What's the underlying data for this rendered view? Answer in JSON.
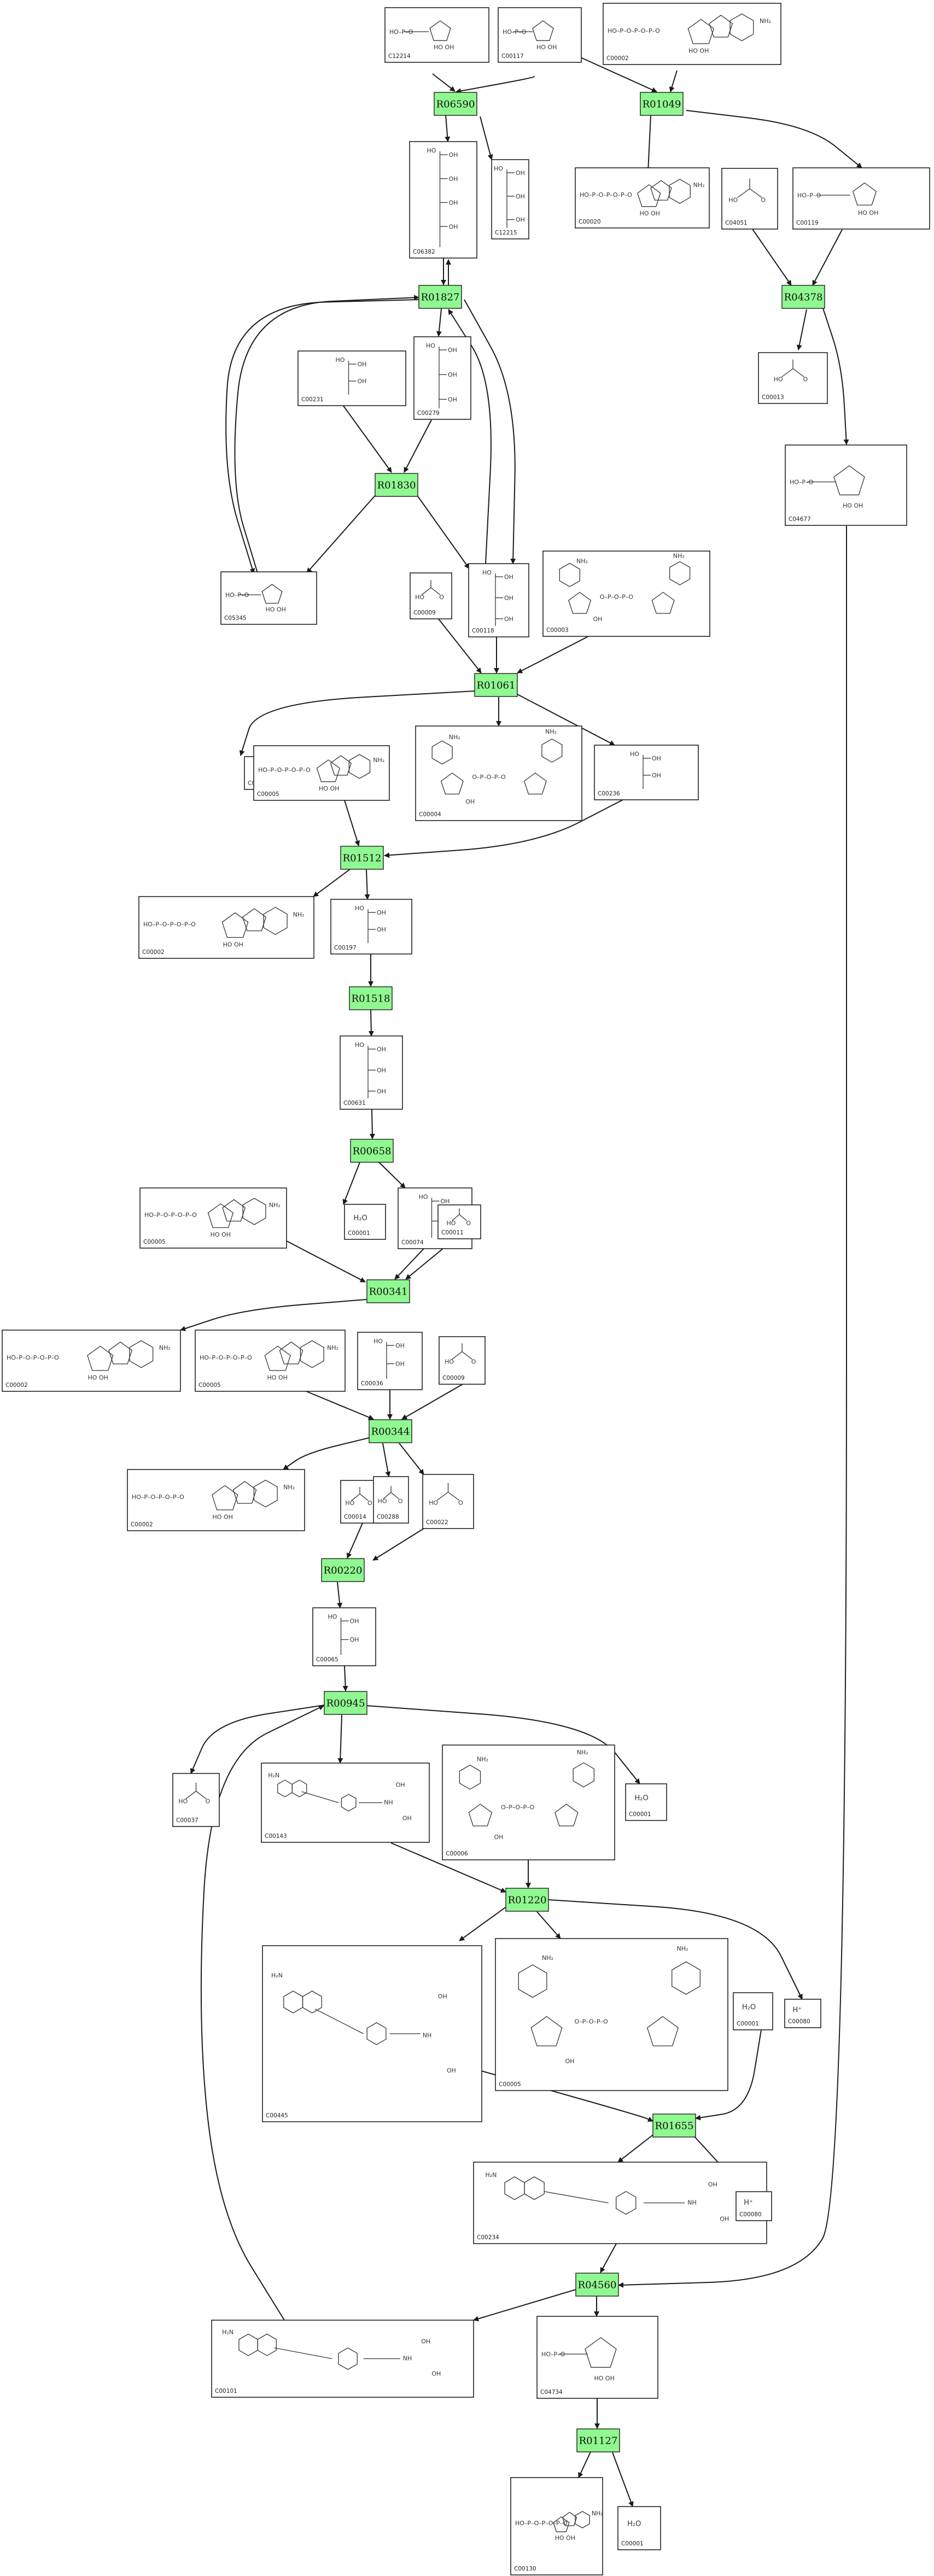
{
  "reactions": [
    {
      "key": "R06590",
      "label": "R06590"
    },
    {
      "key": "R01049",
      "label": "R01049"
    },
    {
      "key": "R01827",
      "label": "R01827"
    },
    {
      "key": "R04378",
      "label": "R04378"
    },
    {
      "key": "R01830",
      "label": "R01830"
    },
    {
      "key": "R01061",
      "label": "R01061"
    },
    {
      "key": "R01512",
      "label": "R01512"
    },
    {
      "key": "R01518",
      "label": "R01518"
    },
    {
      "key": "R00658",
      "label": "R00658"
    },
    {
      "key": "R00341",
      "label": "R00341"
    },
    {
      "key": "R00344",
      "label": "R00344"
    },
    {
      "key": "R00220",
      "label": "R00220"
    },
    {
      "key": "R00945",
      "label": "R00945"
    },
    {
      "key": "R01220",
      "label": "R01220"
    },
    {
      "key": "R01655",
      "label": "R01655"
    },
    {
      "key": "R04560",
      "label": "R04560"
    },
    {
      "key": "R01127",
      "label": "R01127"
    }
  ],
  "compounds": [
    {
      "key": "n1",
      "id": "C12214",
      "kind": "sugar"
    },
    {
      "key": "n2",
      "id": "C00117",
      "kind": "sugar"
    },
    {
      "key": "n3",
      "id": "C00002",
      "kind": "nucleotide"
    },
    {
      "key": "n4",
      "id": "C06382",
      "kind": "chain"
    },
    {
      "key": "n5",
      "id": "C12215",
      "kind": "chain"
    },
    {
      "key": "n6",
      "id": "C00020",
      "kind": "nucleotide"
    },
    {
      "key": "n7",
      "id": "C04051",
      "kind": "small"
    },
    {
      "key": "n8",
      "id": "C00119",
      "kind": "sugar"
    },
    {
      "key": "n9",
      "id": "C00231",
      "kind": "chain"
    },
    {
      "key": "n10",
      "id": "C00279",
      "kind": "chain"
    },
    {
      "key": "n11",
      "id": "C00013",
      "kind": "small"
    },
    {
      "key": "n12",
      "id": "C04677",
      "kind": "sugar"
    },
    {
      "key": "n13",
      "id": "C05345",
      "kind": "sugar"
    },
    {
      "key": "n14",
      "id": "C00009",
      "kind": "small"
    },
    {
      "key": "n15",
      "id": "C00118",
      "kind": "chain"
    },
    {
      "key": "n16",
      "id": "C00003",
      "kind": "nad"
    },
    {
      "key": "n17",
      "id": "C00080",
      "kind": "ion",
      "symbol": "H⁺"
    },
    {
      "key": "n18",
      "id": "C00005",
      "kind": "nucleotide"
    },
    {
      "key": "n19",
      "id": "C00004",
      "kind": "nad"
    },
    {
      "key": "n20",
      "id": "C00236",
      "kind": "chain"
    },
    {
      "key": "n21",
      "id": "C00002",
      "kind": "nucleotide"
    },
    {
      "key": "n22",
      "id": "C00197",
      "kind": "chain"
    },
    {
      "key": "n23",
      "id": "C00631",
      "kind": "chain"
    },
    {
      "key": "n24",
      "id": "C00005",
      "kind": "nucleotide"
    },
    {
      "key": "n25",
      "id": "C00001",
      "kind": "ion",
      "symbol": "H₂O"
    },
    {
      "key": "n26",
      "id": "C00074",
      "kind": "chain"
    },
    {
      "key": "n27",
      "id": "C00011",
      "kind": "small"
    },
    {
      "key": "n28",
      "id": "C00002",
      "kind": "nucleotide"
    },
    {
      "key": "n29",
      "id": "C00005",
      "kind": "nucleotide"
    },
    {
      "key": "n30",
      "id": "C00036",
      "kind": "chain"
    },
    {
      "key": "n31",
      "id": "C00009",
      "kind": "small"
    },
    {
      "key": "n32",
      "id": "C00002",
      "kind": "nucleotide"
    },
    {
      "key": "n33",
      "id": "C00014",
      "kind": "small"
    },
    {
      "key": "n34",
      "id": "C00288",
      "kind": "small"
    },
    {
      "key": "n35",
      "id": "C00022",
      "kind": "small"
    },
    {
      "key": "n36",
      "id": "C00065",
      "kind": "chain"
    },
    {
      "key": "n37",
      "id": "C00037",
      "kind": "small"
    },
    {
      "key": "n38",
      "id": "C00143",
      "kind": "folate"
    },
    {
      "key": "n39",
      "id": "C00006",
      "kind": "nad"
    },
    {
      "key": "n40",
      "id": "C00001",
      "kind": "ion",
      "symbol": "H₂O"
    },
    {
      "key": "n41",
      "id": "C00445",
      "kind": "folate"
    },
    {
      "key": "n42",
      "id": "C00005",
      "kind": "nad"
    },
    {
      "key": "n43",
      "id": "C00001",
      "kind": "ion",
      "symbol": "H₂O"
    },
    {
      "key": "n44",
      "id": "C00080",
      "kind": "ion",
      "symbol": "H⁺"
    },
    {
      "key": "n45",
      "id": "C00234",
      "kind": "folate"
    },
    {
      "key": "n46",
      "id": "C00080",
      "kind": "ion",
      "symbol": "H⁺"
    },
    {
      "key": "n47",
      "id": "C00101",
      "kind": "folate"
    },
    {
      "key": "n48",
      "id": "C04734",
      "kind": "sugar"
    },
    {
      "key": "n49",
      "id": "C00130",
      "kind": "nucleotide"
    },
    {
      "key": "n50",
      "id": "C00001",
      "kind": "ion",
      "symbol": "H₂O"
    }
  ]
}
